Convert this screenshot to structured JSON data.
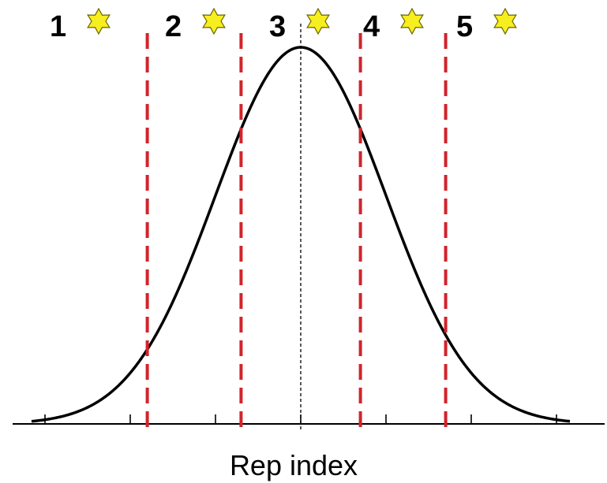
{
  "chart_data": {
    "type": "line",
    "title": "",
    "xlabel": "Rep index",
    "ylabel": "",
    "xlim": [
      -3.5,
      3.5
    ],
    "ylim": [
      0,
      1
    ],
    "grid": false,
    "series": [
      {
        "style": "solid",
        "curve": "normal",
        "mean": 0,
        "sd": 1
      }
    ],
    "mean_line_x": 0,
    "cutoffs": [
      -1.8,
      -0.7,
      0.7,
      1.7
    ],
    "ratings": [
      {
        "label": "1",
        "icon": "star-icon"
      },
      {
        "label": "2",
        "icon": "star-icon"
      },
      {
        "label": "3",
        "icon": "star-icon"
      },
      {
        "label": "4",
        "icon": "star-icon"
      },
      {
        "label": "5",
        "icon": "star-icon"
      }
    ],
    "colors": {
      "curve": "#000000",
      "cutoff": "#d2232a",
      "star_fill": "#f7ee1f",
      "star_stroke": "#6b6400",
      "axis": "#000000"
    }
  }
}
